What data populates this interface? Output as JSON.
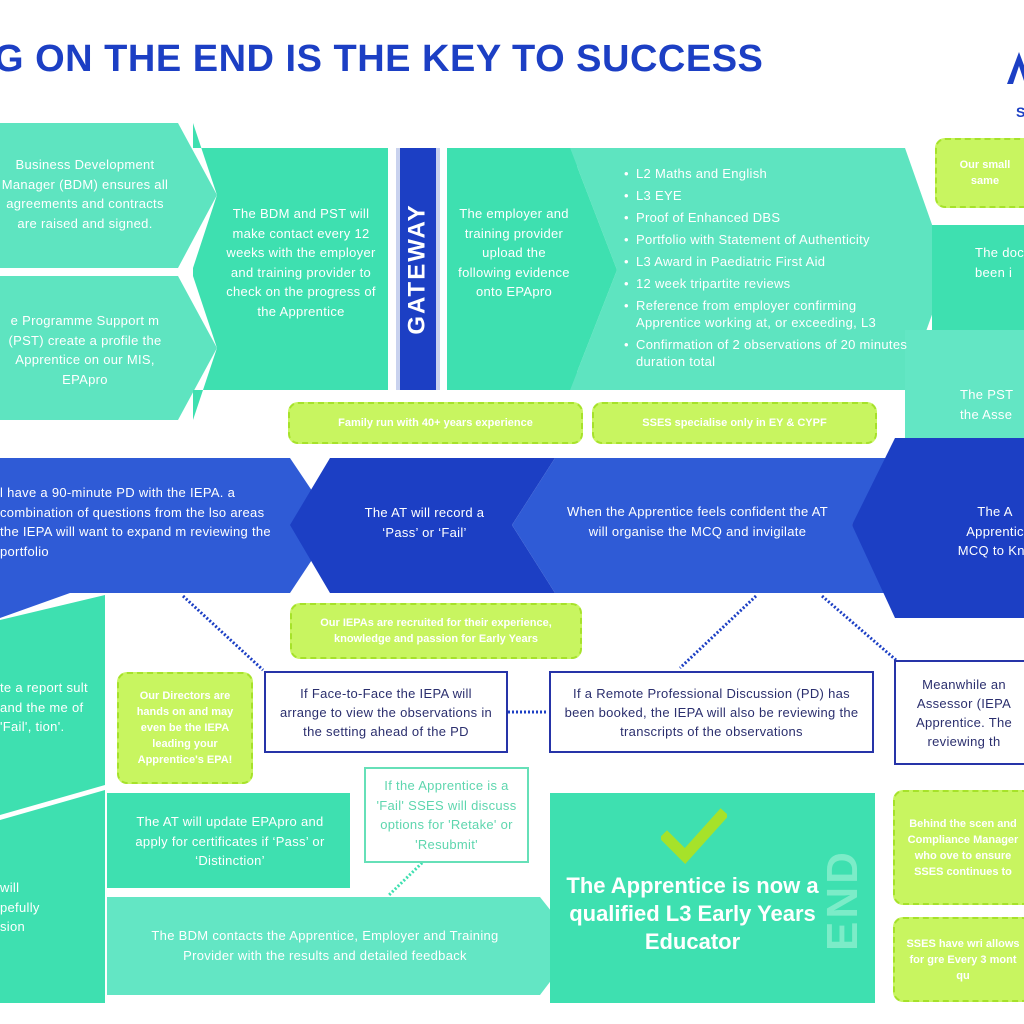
{
  "title": "G ON THE END IS THE KEY TO SUCCESS",
  "logo_text": "S",
  "gateway_label": "GATEWAY",
  "end_label": "END",
  "colors": {
    "blue": "#1c3fc4",
    "teal": "#3ee0b0",
    "mint": "#63e6c4",
    "lime": "#c8f560",
    "royal": "#2f5bd6"
  },
  "top_row": {
    "bdm": "Business Development Manager (BDM) ensures all agreements and contracts are raised and signed.",
    "pst": "e Programme Support m (PST) create a profile the Apprentice on our MIS, EPApro",
    "contact": "The BDM and PST will make contact every 12 weeks with the employer and training provider to check on the progress of the Apprentice",
    "upload": "The employer and training provider upload the following evidence onto EPApro",
    "evidence": [
      "L2 Maths and English",
      "L3 EYE",
      "Proof of Enhanced DBS",
      "Portfolio with Statement of Authenticity",
      "L3 Award in Paediatric First Aid",
      "12 week tripartite reviews",
      "Reference from employer confirming Apprentice working at, or exceeding, L3",
      "Confirmation of 2 observations of 20 minutes duration total"
    ],
    "right_top": "Our small same",
    "right_mid": "The docu been i",
    "right_pst": "The PST the Asse"
  },
  "badges": {
    "family": "Family run with 40+ years experience",
    "ssesspec": "SSES specialise only in EY & CYPF",
    "iepas": "Our IEPAs are recruited for their experience, knowledge and passion for Early Years",
    "directors": "Our Directors are hands on and may even be the IEPA leading your Apprentice's EPA!",
    "behind": "Behind the scen and Compliance Manager who ove to ensure SSES continues to",
    "sses_have": "SSES have wri allows for gre Every 3 mont qu"
  },
  "middle_row": {
    "pd": "l have a 90-minute PD with the IEPA. a combination of questions from the lso areas the IEPA will want to expand m reviewing the portfolio",
    "record": "The AT will record a ‘Pass’ or ‘Fail’",
    "mcq": "When the Apprentice feels confident the AT will organise the MCQ and invigilate",
    "right": "The A Apprentic MCQ to Kno"
  },
  "observation_row": {
    "f2f": "If Face-to-Face the IEPA will arrange to view the observations in the setting ahead of the PD",
    "remote": "If a Remote Professional Discussion (PD) has been booked, the IEPA will also be reviewing the transcripts of the observations",
    "meanwhile": "Meanwhile an Assessor (IEPA Apprentice. The reviewing th"
  },
  "bottom_row": {
    "report": "te a report sult and the me of 'Fail', tion'.",
    "will": "will pefully sion",
    "update": "The AT will update EPApro and apply for certificates if ‘Pass’ or ‘Distinction’",
    "fail": "If the Apprentice is a 'Fail' SSES will discuss options for 'Retake' or 'Resubmit'",
    "contacts": "The BDM contacts the Apprentice, Employer and Training Provider with the results and detailed feedback",
    "qualified": "The Apprentice is now a qualified L3 Early Years Educator"
  }
}
